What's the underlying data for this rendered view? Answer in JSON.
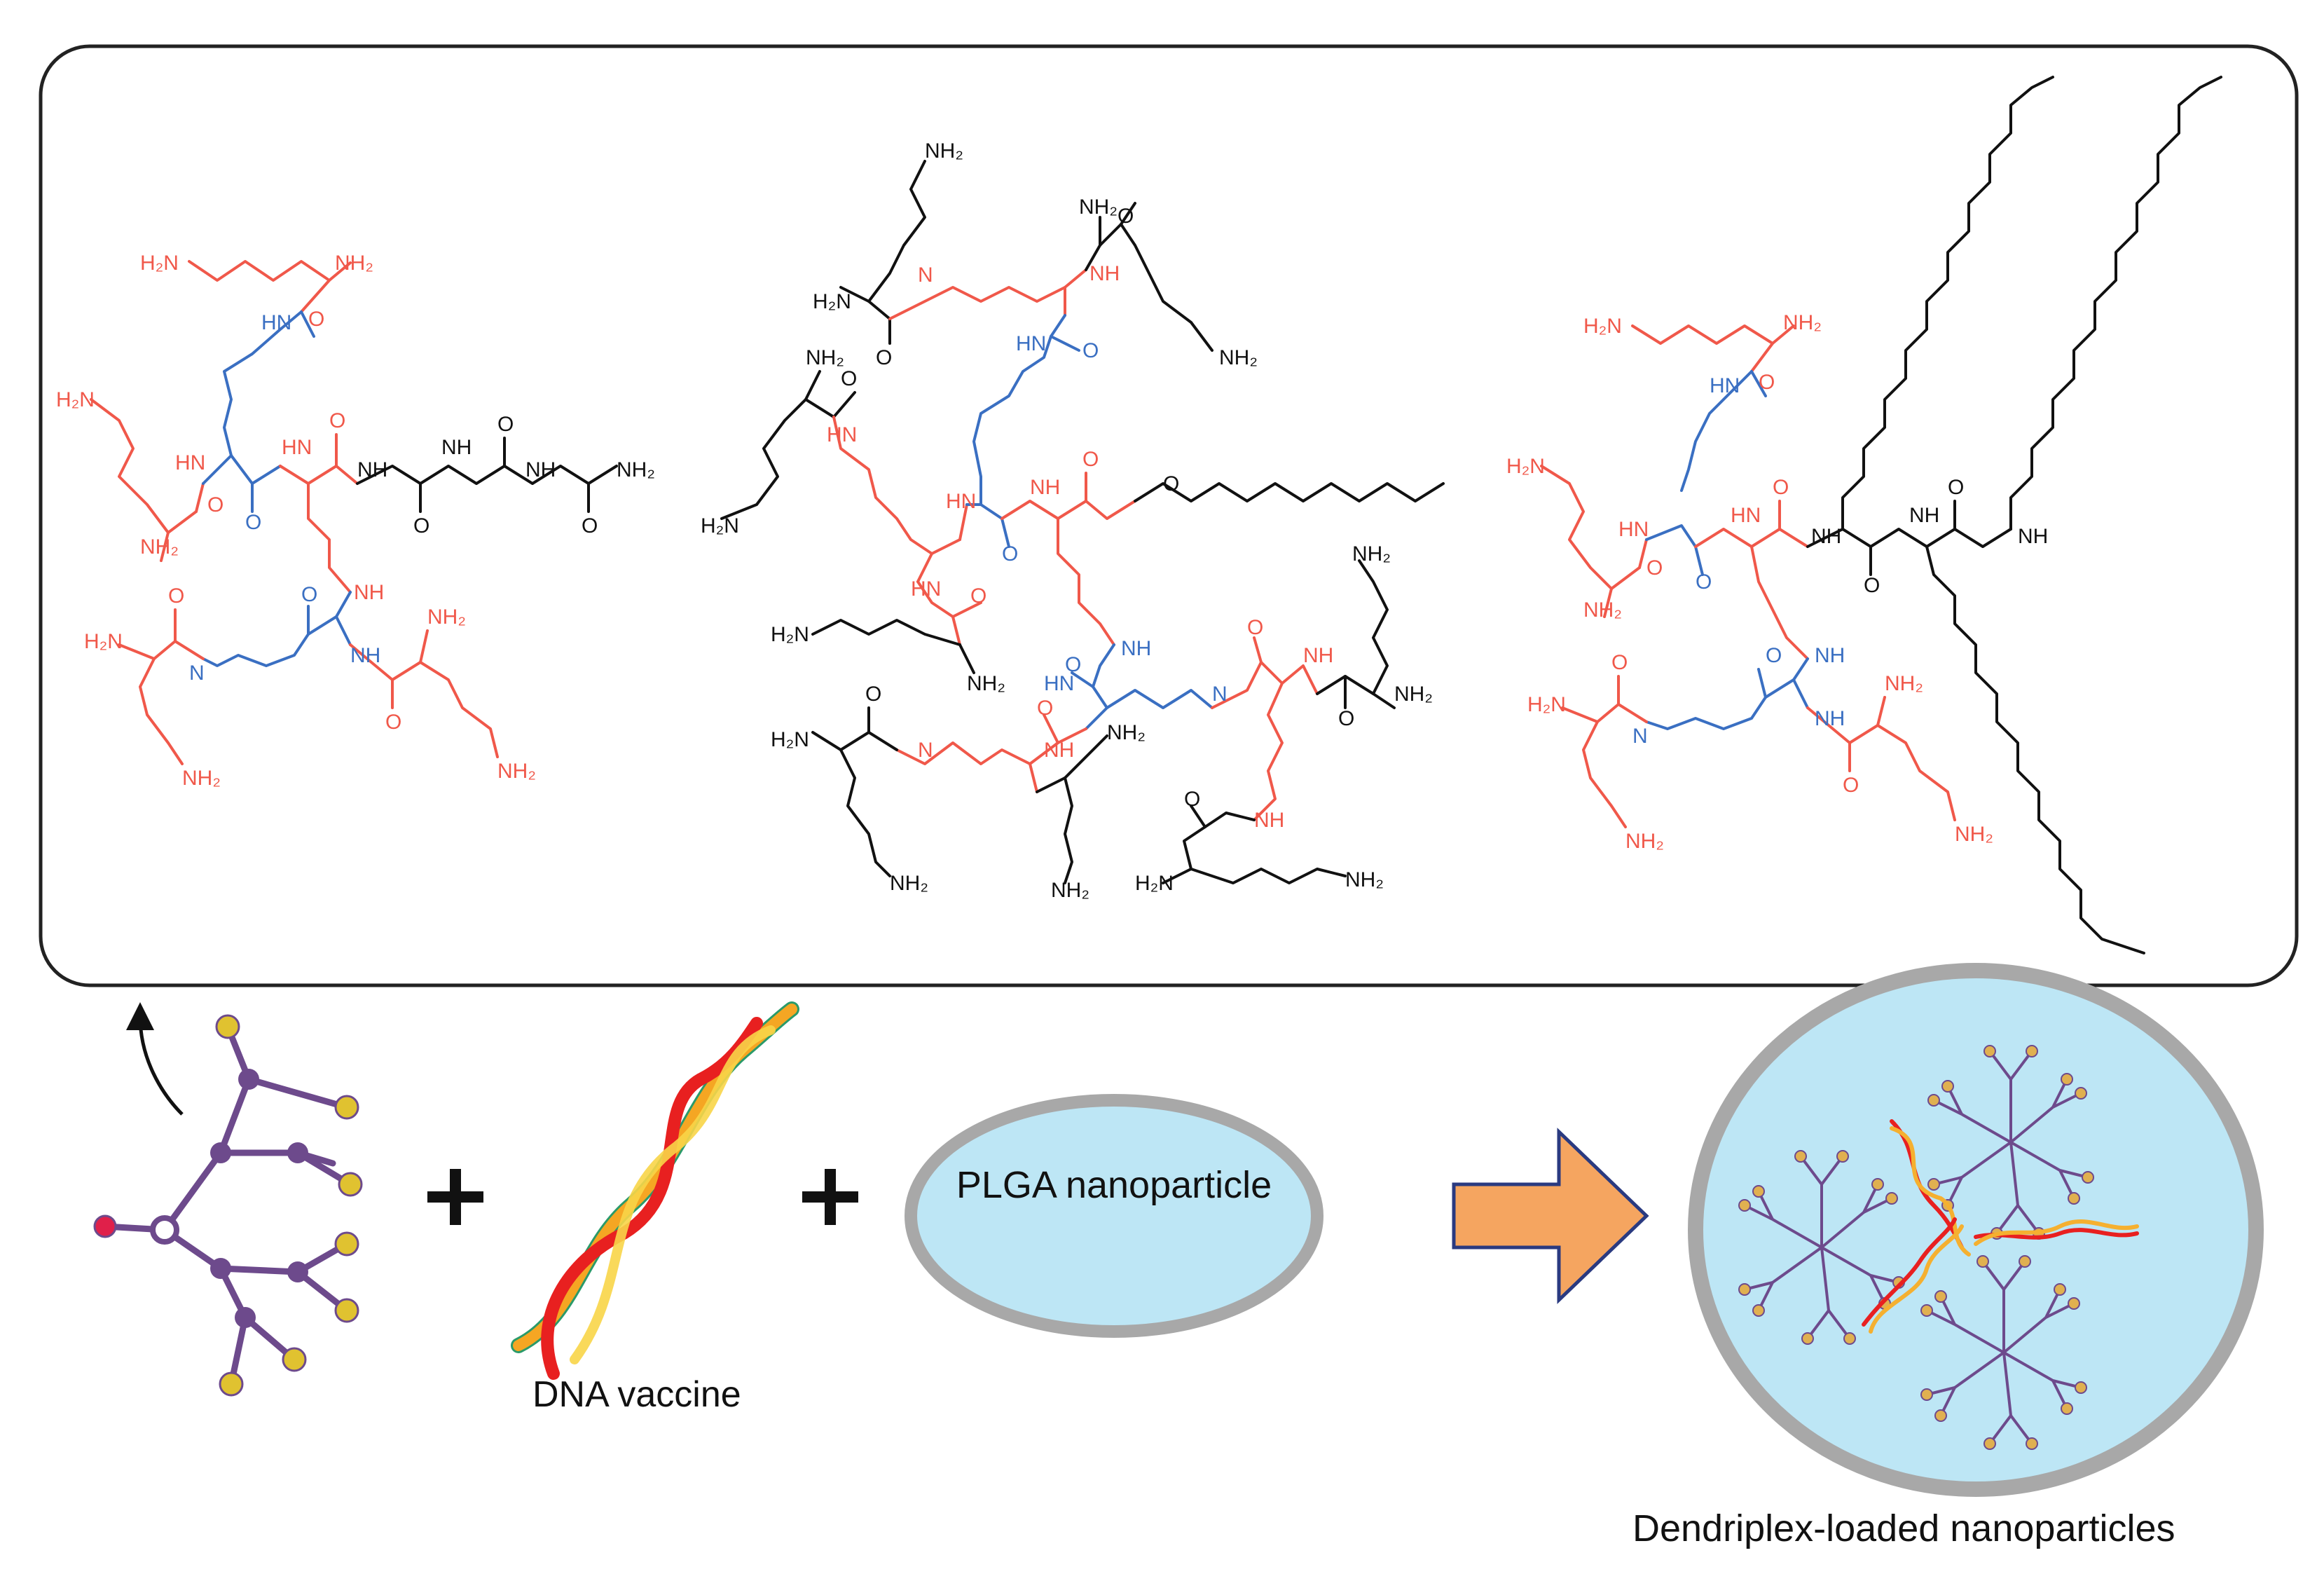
{
  "colors": {
    "red": "#f0584a",
    "blue": "#3a6fc2",
    "black": "#111111",
    "purple": "#6d4a8c",
    "node_yellow": "#e0c230",
    "core_red": "#e0204a",
    "nanoparticle_fill": "#bde6f5",
    "nanoparticle_rim": "#a8a8a8",
    "arrow_fill": "#f5a560",
    "arrow_stroke": "#2a3a80"
  },
  "labels": {
    "dna_vaccine": "DNA vaccine",
    "plga": "PLGA nanoparticle",
    "result": "Dendriplex-loaded nanoparticles",
    "plus": "+"
  },
  "chem": {
    "nh2": "NH₂",
    "h2n": "H₂N",
    "nh": "NH",
    "hn": "HN",
    "n": "N",
    "o": "O"
  },
  "icons": [
    "curved-arrow-icon",
    "dendrimer-icon",
    "dna-helix-icon",
    "plus-icon",
    "block-arrow-icon"
  ]
}
